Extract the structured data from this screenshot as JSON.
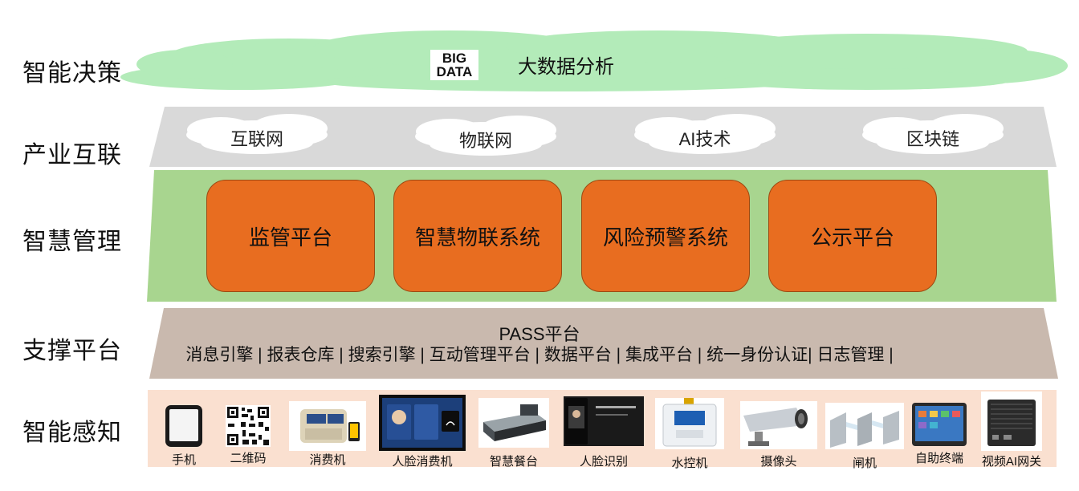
{
  "rows": {
    "decision": "智能决策",
    "industry": "产业互联",
    "management": "智慧管理",
    "support": "支撑平台",
    "perception": "智能感知"
  },
  "decision_layer": {
    "logo_line1": "BIG",
    "logo_line2": "DATA",
    "title": "大数据分析",
    "color": "#b3ebb9"
  },
  "industry_layer": {
    "items": [
      "互联网",
      "物联网",
      "AI技术",
      "区块链"
    ],
    "color": "#d9d9d9"
  },
  "management_layer": {
    "items": [
      "监管平台",
      "智慧物联系统",
      "风险预警系统",
      "公示平台"
    ],
    "band_color": "#a8d58f",
    "box_color": "#e86d20"
  },
  "support_layer": {
    "title": "PASS平台",
    "items": "消息引擎 | 报表仓库 | 搜索引擎 | 互动管理平台 | 数据平台 | 集成平台 | 统一身份认证| 日志管理 |",
    "color": "#c9b9ae"
  },
  "perception_layer": {
    "color": "#fae0d0",
    "devices": [
      {
        "label": "手机",
        "icon": "tablet-icon"
      },
      {
        "label": "二维码",
        "icon": "qr-code-icon"
      },
      {
        "label": "消费机",
        "icon": "pos-terminal-icon"
      },
      {
        "label": "人脸消费机",
        "icon": "face-pay-terminal-icon"
      },
      {
        "label": "智慧餐台",
        "icon": "smart-dining-counter-icon"
      },
      {
        "label": "人脸识别",
        "icon": "face-recognition-device-icon"
      },
      {
        "label": "水控机",
        "icon": "water-controller-icon"
      },
      {
        "label": "摄像头",
        "icon": "camera-icon"
      },
      {
        "label": "闸机",
        "icon": "turnstile-icon"
      },
      {
        "label": "自助终端",
        "icon": "self-service-terminal-icon"
      },
      {
        "label": "视频AI网关",
        "icon": "ai-gateway-icon"
      }
    ]
  }
}
